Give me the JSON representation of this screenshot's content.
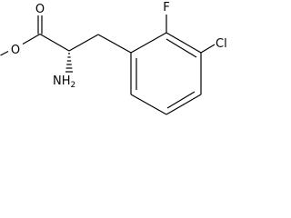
{
  "molecule": {
    "atoms": {
      "carbonyl_oxygen": "O",
      "ester_oxygen": "O",
      "fluorine": "F",
      "chlorine": "Cl",
      "amino": "NH",
      "amino_subscript": "2"
    }
  },
  "colors": {
    "bond": "#000000",
    "label": "#000000",
    "background": "#ffffff"
  }
}
